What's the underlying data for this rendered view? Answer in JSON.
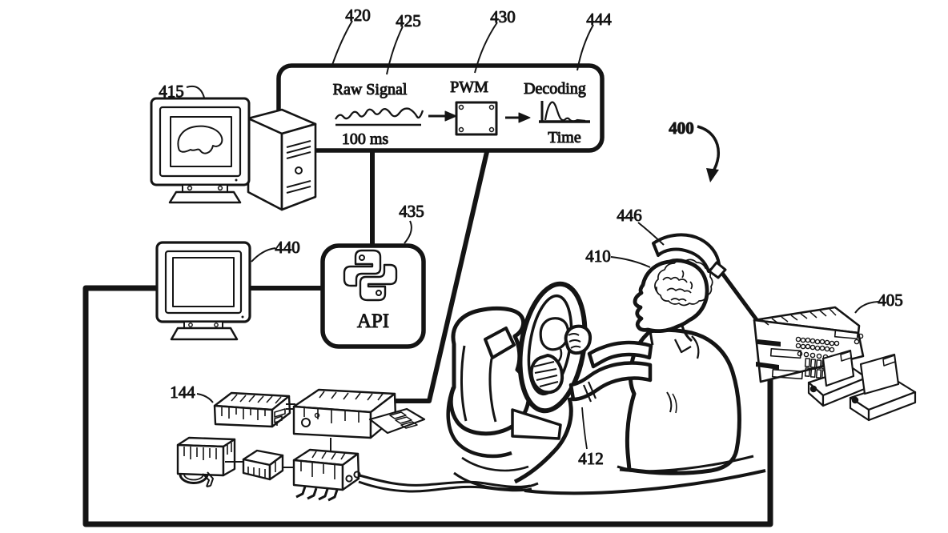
{
  "colors": {
    "ink": "#141414",
    "paper": "#ffffff"
  },
  "labels": {
    "system": "400",
    "computer": "415",
    "pipeline_box": "420",
    "raw_signal_ref": "425",
    "pwm_ref": "430",
    "decoding_ref": "444",
    "api_ref": "435",
    "display_ref": "440",
    "headset_ref": "446",
    "brain_ref": "410",
    "wheel_ref": "412",
    "rack_ref": "405",
    "interface_ref": "144"
  },
  "pipeline": {
    "raw_signal": "Raw Signal",
    "window": "100 ms",
    "pwm": "PWM",
    "decoding": "Decoding",
    "time": "Time"
  },
  "api": {
    "caption": "API"
  }
}
